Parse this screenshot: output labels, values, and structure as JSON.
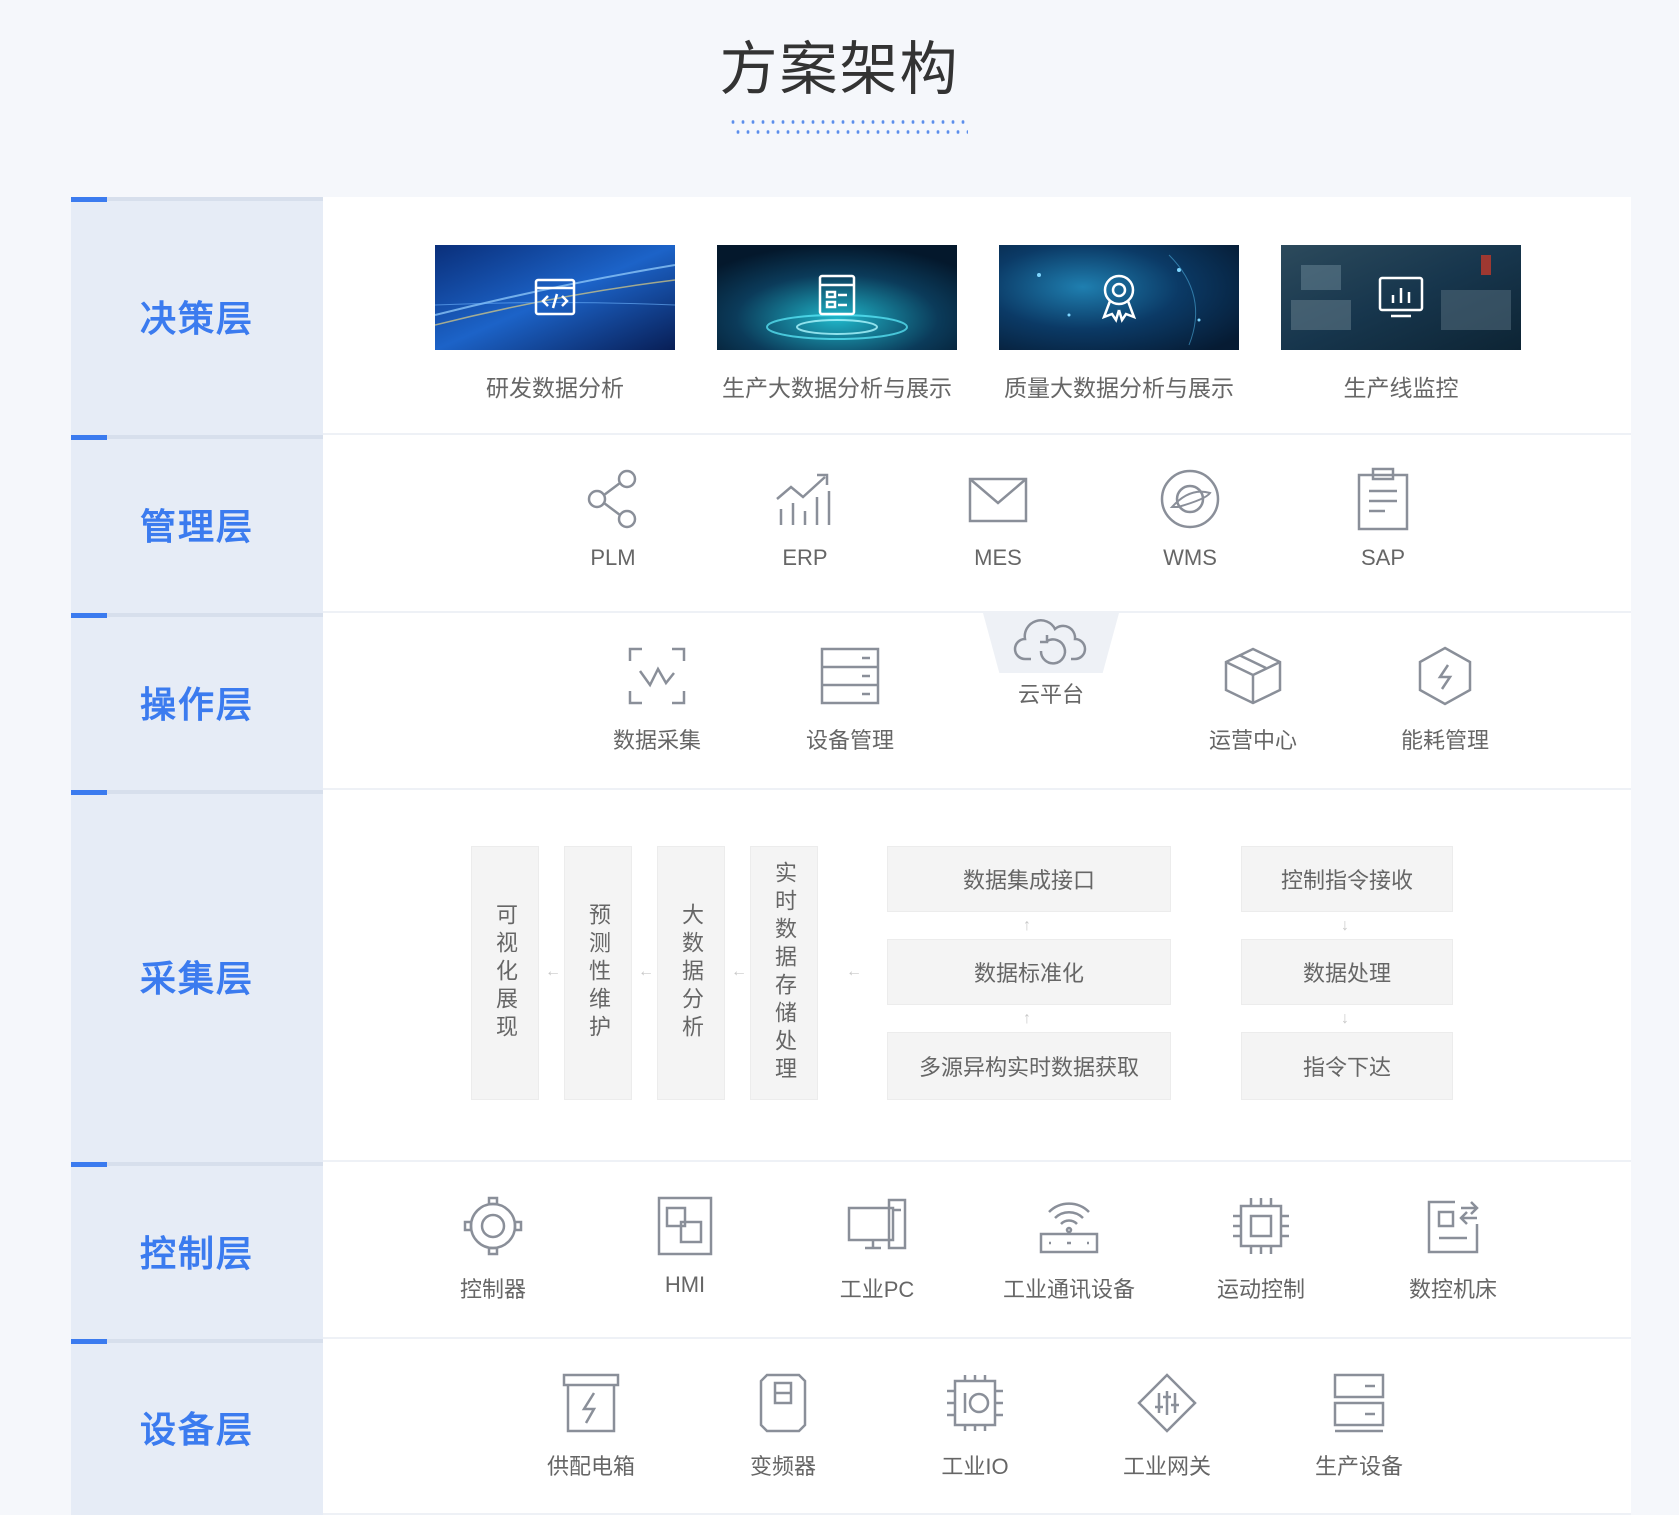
{
  "title": "方案架构",
  "layers": {
    "decision": {
      "label": "决策层",
      "cards": [
        {
          "label": "研发数据分析",
          "icon": "code-icon"
        },
        {
          "label": "生产大数据分析与展示",
          "icon": "document-icon"
        },
        {
          "label": "质量大数据分析与展示",
          "icon": "award-icon"
        },
        {
          "label": "生产线监控",
          "icon": "monitor-chart-icon"
        }
      ]
    },
    "management": {
      "label": "管理层",
      "items": [
        {
          "label": "PLM",
          "icon": "share-icon"
        },
        {
          "label": "ERP",
          "icon": "trend-chart-icon"
        },
        {
          "label": "MES",
          "icon": "mail-icon"
        },
        {
          "label": "WMS",
          "icon": "planet-icon"
        },
        {
          "label": "SAP",
          "icon": "clipboard-icon"
        }
      ]
    },
    "operation": {
      "label": "操作层",
      "items": [
        {
          "label": "数据采集",
          "icon": "scan-icon"
        },
        {
          "label": "设备管理",
          "icon": "server-icon"
        },
        {
          "label": "云平台",
          "icon": "cloud-icon"
        },
        {
          "label": "运营中心",
          "icon": "cube-icon"
        },
        {
          "label": "能耗管理",
          "icon": "energy-icon"
        }
      ]
    },
    "collection": {
      "label": "采集层",
      "vertical_boxes": [
        "可视化展现",
        "预测性维护",
        "大数据分析",
        "实时数据存储处理"
      ],
      "data_stack": [
        "数据集成接口",
        "数据标准化",
        "多源异构实时数据获取"
      ],
      "control_stack": [
        "控制指令接收",
        "数据处理",
        "指令下达"
      ]
    },
    "control": {
      "label": "控制层",
      "items": [
        {
          "label": "控制器",
          "icon": "controller-icon"
        },
        {
          "label": "HMI",
          "icon": "hmi-icon"
        },
        {
          "label": "工业PC",
          "icon": "pc-icon"
        },
        {
          "label": "工业通讯设备",
          "icon": "router-icon"
        },
        {
          "label": "运动控制",
          "icon": "chip-icon"
        },
        {
          "label": "数控机床",
          "icon": "cnc-icon"
        }
      ]
    },
    "device": {
      "label": "设备层",
      "items": [
        {
          "label": "供配电箱",
          "icon": "power-box-icon"
        },
        {
          "label": "变频器",
          "icon": "inverter-icon"
        },
        {
          "label": "工业IO",
          "icon": "io-icon"
        },
        {
          "label": "工业网关",
          "icon": "gateway-icon"
        },
        {
          "label": "生产设备",
          "icon": "equipment-icon"
        }
      ]
    }
  },
  "colors": {
    "accent": "#3b7bef",
    "label_bg": "#e6ecf6",
    "icon_stroke": "#8a8f99",
    "text": "#666666"
  }
}
